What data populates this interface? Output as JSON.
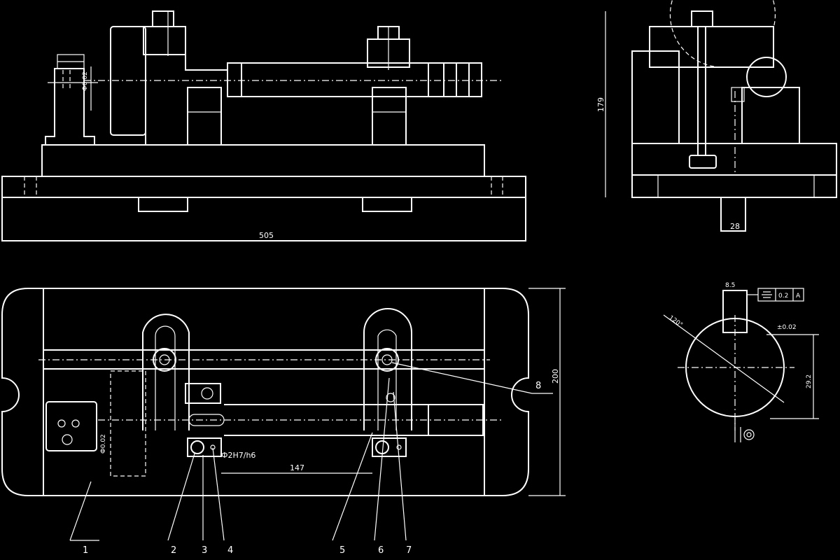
{
  "dimensions": {
    "overall_length": "505",
    "height_side": "179",
    "width_top": "200",
    "center_distance": "147",
    "slot_width": "28",
    "fit": "Ф2H7/h6",
    "tolerance_front": "Ф0.02",
    "tolerance_top": "Ф0.02",
    "detail_height": "29.2",
    "detail_angle": "120°",
    "detail_width": "8.5",
    "detail_pos_label": "±0.02",
    "detail_tol": "0.2",
    "detail_datum": "A"
  },
  "part_numbers": [
    "1",
    "2",
    "3",
    "4",
    "5",
    "6",
    "7",
    "8"
  ]
}
